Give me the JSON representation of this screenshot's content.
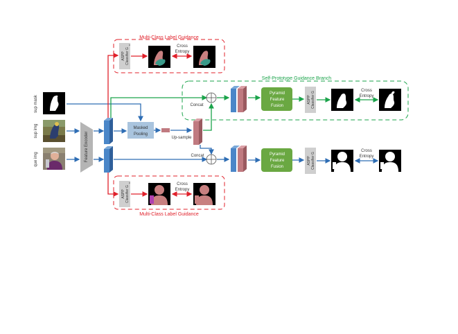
{
  "inputs": {
    "sup_mask": "sup mask",
    "sup_img": "sup img",
    "que_img": "que img"
  },
  "encoder": {
    "label": "Feature Encoder"
  },
  "masked_pooling": {
    "line1": "Masked",
    "line2": "Pooling"
  },
  "upsample": "Up-sample",
  "concat": "Concat",
  "pff": {
    "line1": "Pyramid",
    "line2": "Feature",
    "line3": "Fusion"
  },
  "aspp": {
    "line1": "ASPP",
    "line2": "Classifier G"
  },
  "aspp_c": {
    "line1": "ASPP",
    "line2": "Classifier G",
    "sub": "c"
  },
  "cross_entropy": {
    "line1": "Cross",
    "line2": "Entropy"
  },
  "multi_class_label_guidance": "Multi-Class Label Guidance",
  "self_prototype_guidance_branch": "Self-Prototype Guidance Branch",
  "colors": {
    "red": "#e0202a",
    "green": "#1aa34a",
    "blue_arrow": "#2e6db4",
    "feature_blue": "#4a86c8",
    "feature_red": "#c07a80",
    "pff_green": "#6aa842",
    "aspp_gray": "#cfcfcf",
    "pooling_blue": "#a9c4de",
    "encoder_gray": "#b5b5b5"
  }
}
